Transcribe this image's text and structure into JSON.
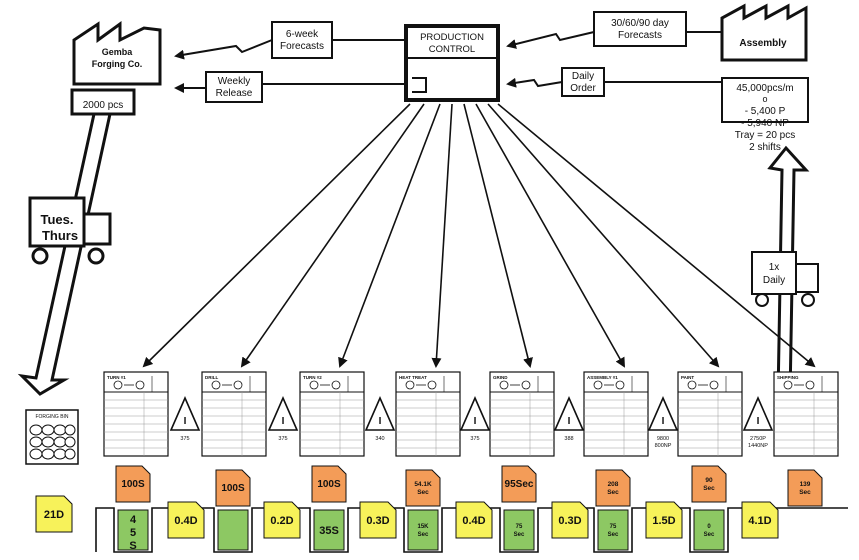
{
  "supplier": {
    "name_line1": "Gemba",
    "name_line2": "Forging Co.",
    "inventory": "2000 pcs"
  },
  "customer": {
    "name": "Assembly",
    "demand_line1": "45,000pcs/m",
    "demand_line2": "o",
    "demand_line3": "- 5,400 P",
    "demand_line4": "- 5,940 NP",
    "tray": "Tray = 20 pcs",
    "shifts": "2 shifts"
  },
  "control": {
    "line1": "PRODUCTION",
    "line2": "CONTROL"
  },
  "flows": {
    "forecast_to_supplier": {
      "line1": "6-week",
      "line2": "Forecasts"
    },
    "weekly_release": {
      "line1": "Weekly",
      "line2": "Release"
    },
    "customer_forecast": {
      "line1": "30/60/90 day",
      "line2": "Forecasts"
    },
    "daily_order": {
      "line1": "Daily",
      "line2": "Order"
    }
  },
  "truck_in": {
    "line1": "Tues.",
    "line2": "Thurs"
  },
  "truck_out": {
    "line1": "1x",
    "line2": "Daily"
  },
  "raw_store": {
    "label": "FORGING BIN"
  },
  "processes": [
    {
      "title": "TURN #1"
    },
    {
      "title": "DRILL"
    },
    {
      "title": "TURN #2"
    },
    {
      "title": "HEAT TREAT"
    },
    {
      "title": "GRIND"
    },
    {
      "title": "ASSEMBLY #1"
    },
    {
      "title": "PAINT"
    },
    {
      "title": "SHIPPING"
    }
  ],
  "inventories": [
    {
      "qty": "375"
    },
    {
      "qty": "375"
    },
    {
      "qty": "340"
    },
    {
      "qty": "375"
    },
    {
      "qty": "388"
    },
    {
      "qty": "9800",
      "qty2": "800NP"
    },
    {
      "qty": "2750P",
      "qty2": "1440NP"
    }
  ],
  "timeline": {
    "waits": [
      "21D",
      "0.4D",
      "0.2D",
      "0.3D",
      "0.4D",
      "0.3D",
      "1.5D",
      "4.1D"
    ],
    "cycle_tops": [
      "100S",
      "100S",
      "100S",
      "54.1K Sec",
      "95Sec",
      "208 Sec",
      "90 Sec",
      "139 Sec"
    ],
    "processing": [
      "4 5 S",
      "",
      "35S",
      "15K Sec",
      "75 Sec",
      "75 Sec",
      "0 Sec"
    ]
  },
  "colors": {
    "orange": "#f39c58",
    "yellow": "#f7f25a",
    "green": "#8dc863",
    "ink": "#111111"
  }
}
